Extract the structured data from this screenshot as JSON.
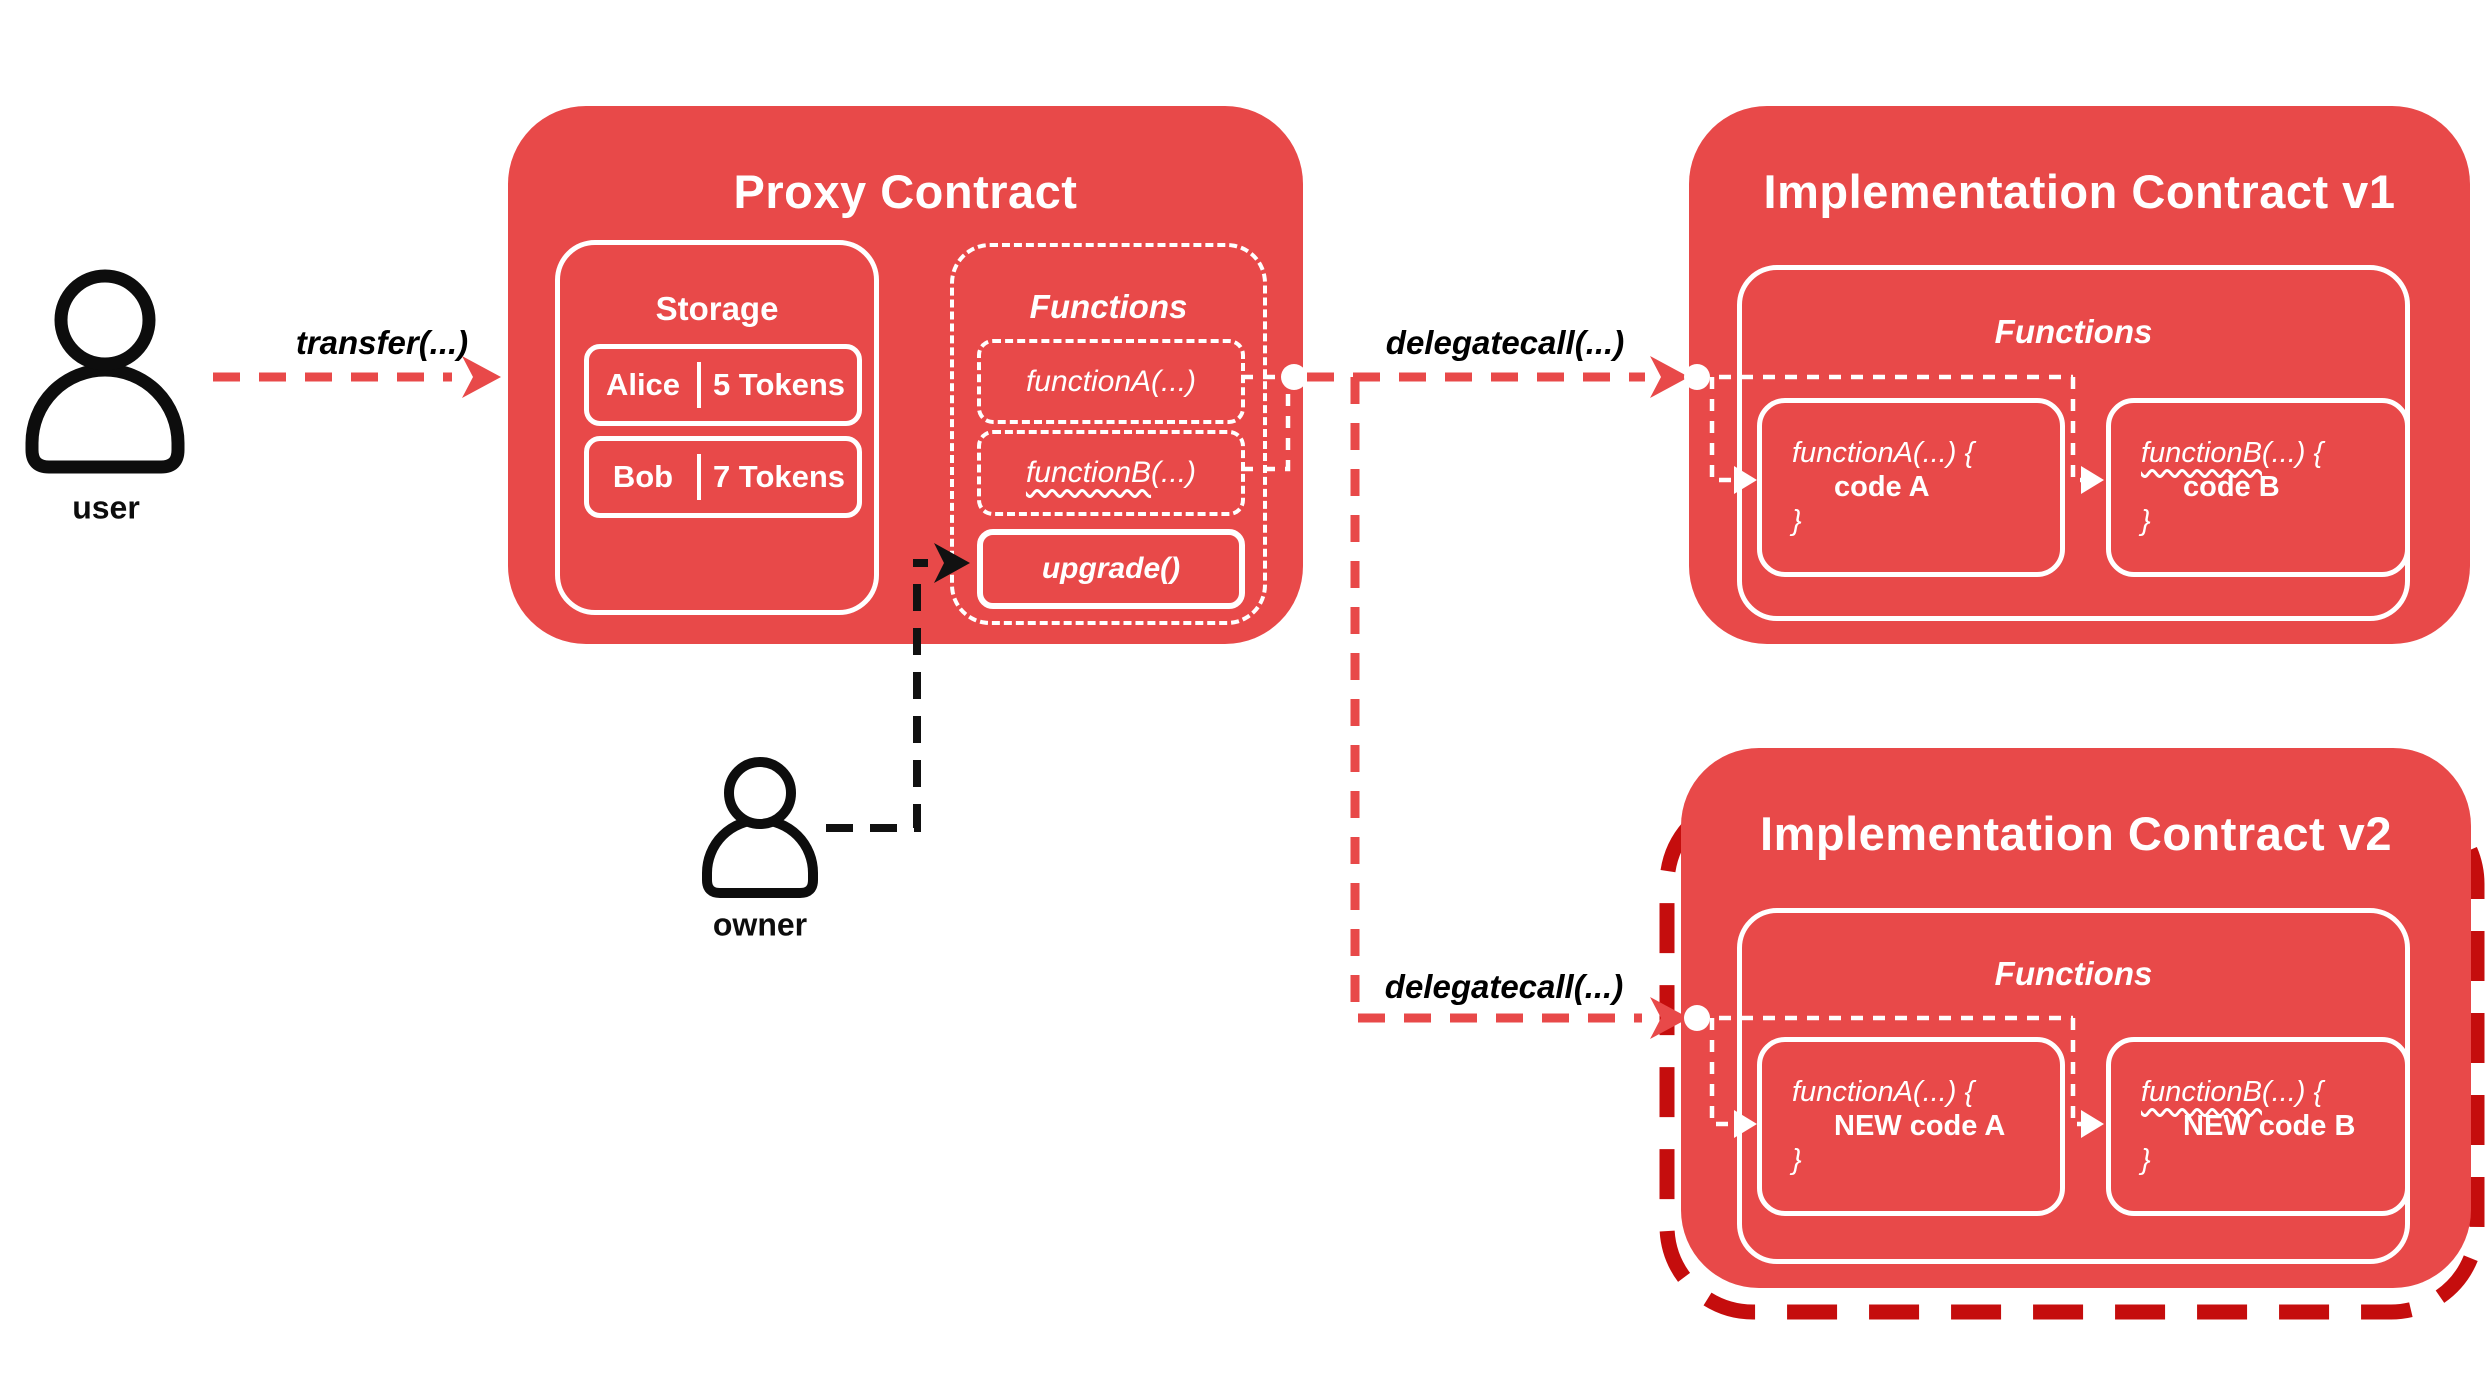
{
  "colors": {
    "primary_red": "#e84949",
    "dark_red_outline": "#c50d0d",
    "white": "#ffffff",
    "black": "#111111"
  },
  "actors": {
    "user": {
      "label": "user"
    },
    "owner": {
      "label": "owner"
    }
  },
  "calls": {
    "transfer": "transfer(...)",
    "delegatecall_v1": "delegatecall(...)",
    "delegatecall_v2": "delegatecall(...)"
  },
  "proxy": {
    "title": "Proxy Contract",
    "storage": {
      "heading": "Storage",
      "rows": [
        {
          "name": "Alice",
          "amount": "5 Tokens"
        },
        {
          "name": "Bob",
          "amount": "7 Tokens"
        }
      ]
    },
    "functions": {
      "heading": "Functions",
      "function_a": "functionA(...)",
      "function_b_name": "functionB",
      "function_b_args": "(...)",
      "upgrade": "upgrade()"
    }
  },
  "impl_v1": {
    "title": "Implementation Contract v1",
    "functions_heading": "Functions",
    "function_a": {
      "signature": "functionA(...) {",
      "body": "code A",
      "close": "}"
    },
    "function_b": {
      "name": "functionB",
      "signature_rest": "(...) {",
      "body": "code B",
      "close": "}"
    }
  },
  "impl_v2": {
    "title": "Implementation Contract v2",
    "functions_heading": "Functions",
    "function_a": {
      "signature": "functionA(...) {",
      "body": "NEW code A",
      "close": "}"
    },
    "function_b": {
      "name": "functionB",
      "signature_rest": "(...) {",
      "body": "NEW code B",
      "close": "}"
    }
  }
}
